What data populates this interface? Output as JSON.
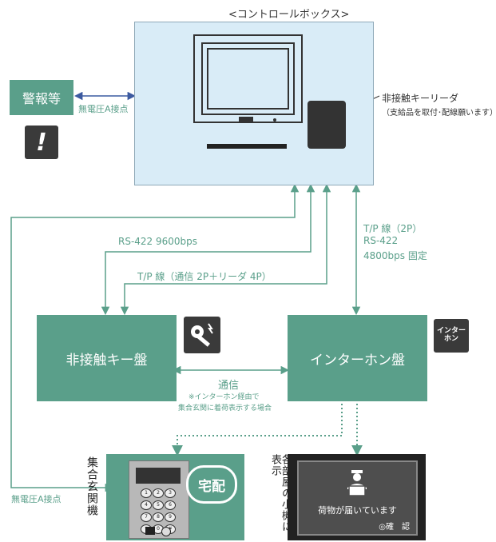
{
  "control_box": {
    "title": "<コントロールボックス>"
  },
  "reader": {
    "label_line1": "非接触キーリーダ",
    "label_line2": "（支給品を取付･配線願います）"
  },
  "alarm": {
    "box_label": "警報等",
    "link_label": "無電圧A接点"
  },
  "contactless_panel": {
    "label": "非接触キー盤"
  },
  "intercom_panel": {
    "label": "インターホン盤",
    "icon_text_line1": "インター",
    "icon_text_line2": "ホン"
  },
  "links": {
    "rs422_left": "RS-422  9600bps",
    "tp_left": "T/P 線（通信 2P＋リーダ 4P）",
    "tp_right_line1": "T/P 線（2P）",
    "tp_right_line2": "RS-422",
    "tp_right_line3": "4800bps 固定",
    "comm_label": "通信",
    "comm_note_line1": "※インターホン経由で",
    "comm_note_line2": "集合玄関に着荷表示する場合",
    "bottom_left_link": "無電圧A接点"
  },
  "entrance": {
    "vertical_label": "集合玄関機",
    "bubble_text": "宅配",
    "keypad": [
      "1",
      "2",
      "3",
      "4",
      "5",
      "6",
      "7",
      "8",
      "9",
      "*",
      "0",
      "#"
    ]
  },
  "room_units": {
    "vertical_label": "各部屋の小機に表示",
    "message": "荷物が届いています",
    "confirm": "◎確　認"
  },
  "colors": {
    "teal": "#5a9f8a",
    "control_bg": "#d9ecf7",
    "dark_icon": "#3a3a3a"
  }
}
